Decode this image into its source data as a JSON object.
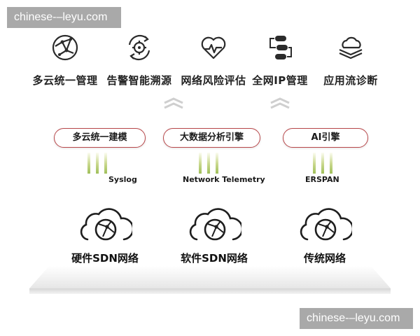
{
  "watermark": {
    "top": "chinese-–leyu.com",
    "bottom": "chinese-–leyu.com"
  },
  "functions": [
    {
      "icon": "globe-network-icon",
      "label": "多云统一管理"
    },
    {
      "icon": "target-alert-icon",
      "label": "告警智能溯源"
    },
    {
      "icon": "heart-pulse-icon",
      "label": "网络风险评估"
    },
    {
      "icon": "ip-flow-icon",
      "label": "全网IP管理"
    },
    {
      "icon": "layers-cloud-icon",
      "label": "应用流诊断"
    }
  ],
  "engines": [
    {
      "label": "多云统一建模",
      "protocol": "Syslog"
    },
    {
      "label": "大数据分析引擎",
      "protocol": "Network Telemetry"
    },
    {
      "label": "AI引擎",
      "protocol": "ERSPAN"
    }
  ],
  "networks": [
    {
      "icon": "cloud-globe-icon",
      "label": "硬件SDN网络"
    },
    {
      "icon": "cloud-globe-icon",
      "label": "软件SDN网络"
    },
    {
      "icon": "cloud-globe-icon",
      "label": "传统网络"
    }
  ],
  "colors": {
    "engine_border": "#b8474a",
    "signal_bar": "#b8d07a",
    "icon_stroke": "#2b2b2b",
    "watermark_bg": "#a9a9a9"
  }
}
